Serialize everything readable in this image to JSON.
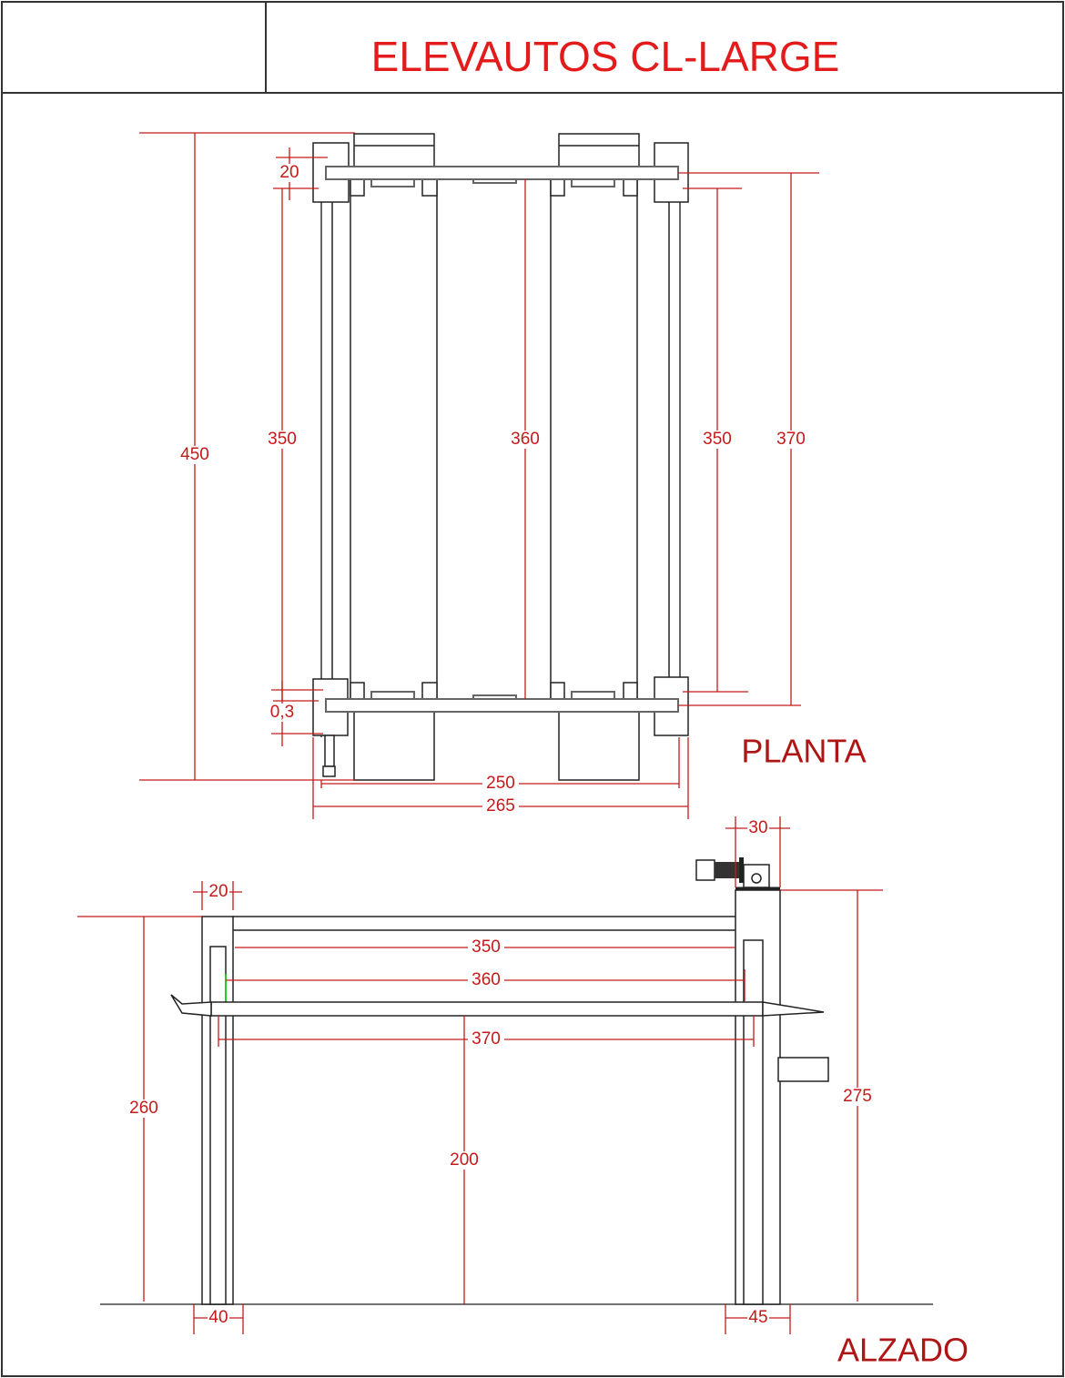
{
  "title": "ELEVAUTOS CL-LARGE",
  "views": {
    "plan": "PLANTA",
    "elevation": "ALZADO"
  },
  "plan_dims": {
    "d450": "450",
    "d350_left": "350",
    "d20": "20",
    "d03": "0,3",
    "d360": "360",
    "d350_right": "350",
    "d370": "370",
    "d250": "250",
    "d265": "265"
  },
  "elev_dims": {
    "d20": "20",
    "d30": "30",
    "d350": "350",
    "d360": "360",
    "d370": "370",
    "d260": "260",
    "d200": "200",
    "d275": "275",
    "d40": "40",
    "d45": "45"
  },
  "colors": {
    "title": "#e31b1b",
    "dimension": "#c41a1a",
    "line": "#222222"
  }
}
